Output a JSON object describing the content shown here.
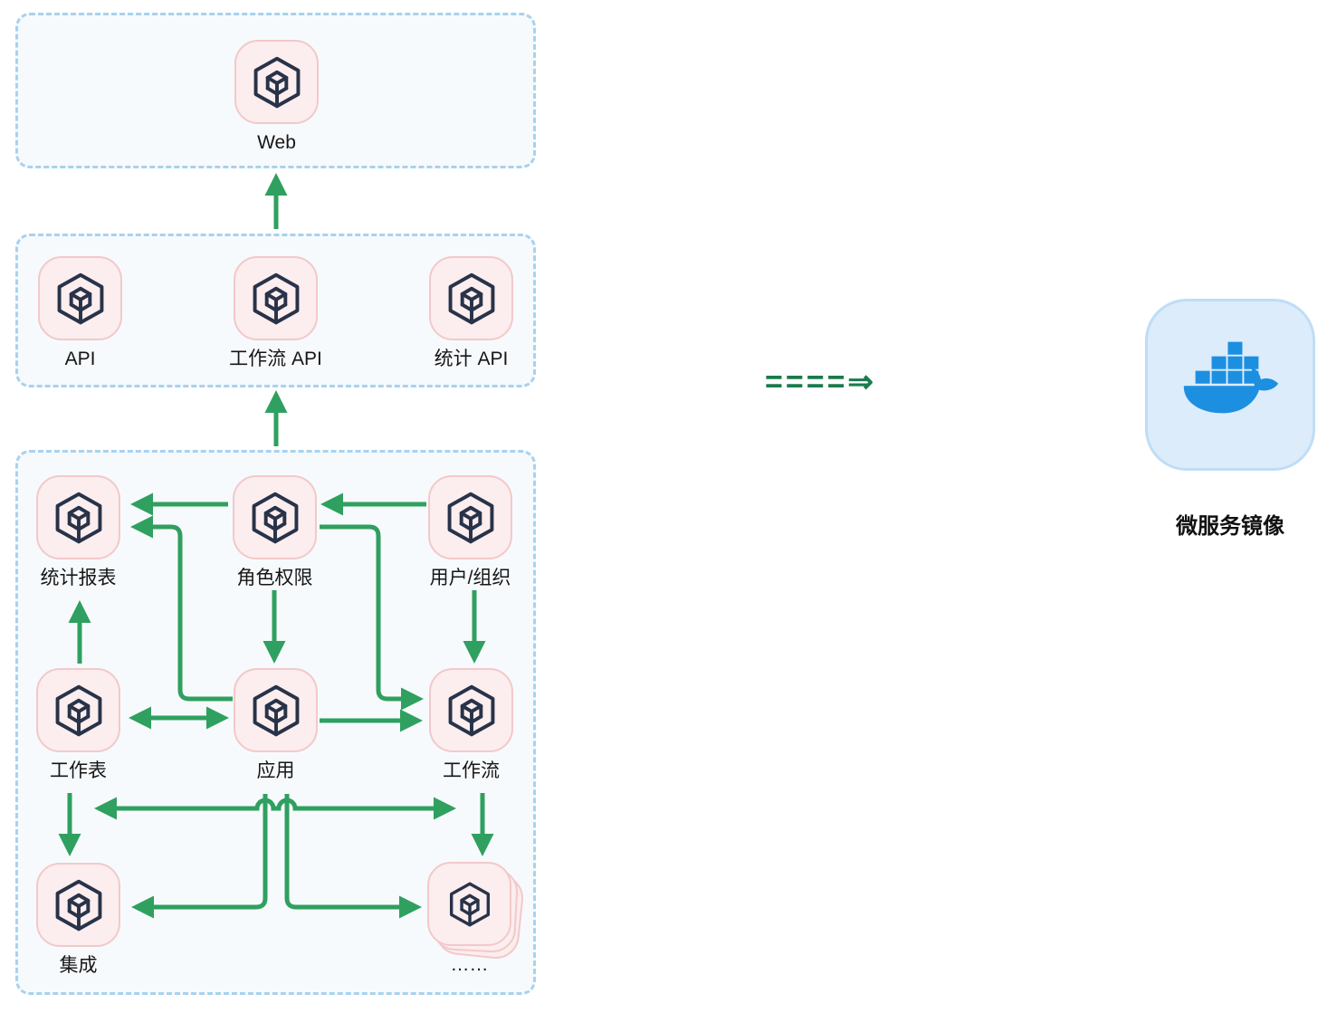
{
  "diagram": {
    "groups": [
      {
        "id": "web-layer"
      },
      {
        "id": "api-layer"
      },
      {
        "id": "service-layer"
      }
    ],
    "nodes": [
      {
        "id": "web",
        "label": "Web"
      },
      {
        "id": "api",
        "label": "API"
      },
      {
        "id": "workflow-api",
        "label": "工作流 API"
      },
      {
        "id": "stats-api",
        "label": "统计 API"
      },
      {
        "id": "stats-report",
        "label": "统计报表"
      },
      {
        "id": "role-perm",
        "label": "角色权限"
      },
      {
        "id": "user-org",
        "label": "用户/组织"
      },
      {
        "id": "worksheet",
        "label": "工作表"
      },
      {
        "id": "app",
        "label": "应用"
      },
      {
        "id": "workflow",
        "label": "工作流"
      },
      {
        "id": "integration",
        "label": "集成"
      },
      {
        "id": "more",
        "label": "……"
      }
    ],
    "flow": {
      "transform_arrow": "====⇒"
    },
    "docker": {
      "label": "微服务镜像",
      "icon": "docker-whale-icon"
    },
    "colors": {
      "arrow_green": "#2FA05F",
      "transform_arrow_green": "#1B7B4C",
      "node_fill": "#FCEDEE",
      "node_border": "#F2C9CA",
      "group_fill": "#F7FAFD",
      "group_border_blue": "#A8D2EF",
      "cube_stroke": "#283349",
      "docker_blue": "#1D8FE1",
      "docker_box_fill": "#DCECFB",
      "docker_box_border": "#BFDDF6",
      "label_color": "#161616"
    }
  }
}
